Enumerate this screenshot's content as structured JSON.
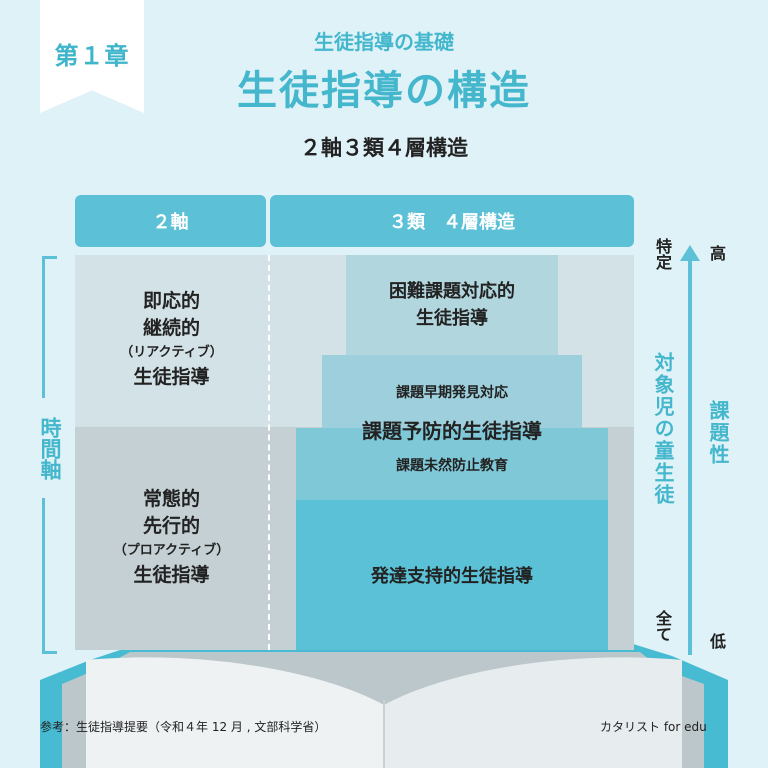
{
  "chapter": "第１章",
  "subtitle": "生徒指導の基礎",
  "title": "生徒指導の構造",
  "structure_label": "２軸３類４層構造",
  "headers": {
    "axes": "２軸",
    "types": "３類　４層構造"
  },
  "time_axis": "時間軸",
  "left_top": {
    "line1": "即応的",
    "line2": "継続的",
    "paren": "（リアクティブ）",
    "line3": "生徒指導"
  },
  "left_bottom": {
    "line1": "常態的",
    "line2": "先行的",
    "paren": "（プロアクティブ）",
    "line3": "生徒指導"
  },
  "layers": {
    "difficult_line1": "困難課題対応的",
    "difficult_line2": "生徒指導",
    "early_response": "課題早期発見対応",
    "prevention": "課題予防的生徒指導",
    "unforeseen": "課題未然防止教育",
    "development": "発達支持的生徒指導"
  },
  "right_axis": {
    "specific": "特定",
    "all": "全て",
    "target": "対象児の童生徒",
    "high": "高",
    "low": "低",
    "issue": "課題性"
  },
  "footer": {
    "reference": "参考：生徒指導提要（令和４年 12 月 , 文部科学省）",
    "brand": "カタリスト for edu"
  },
  "colors": {
    "accent": "#45b7cd",
    "header": "#5cc1d6",
    "background": "#dff2f8"
  }
}
